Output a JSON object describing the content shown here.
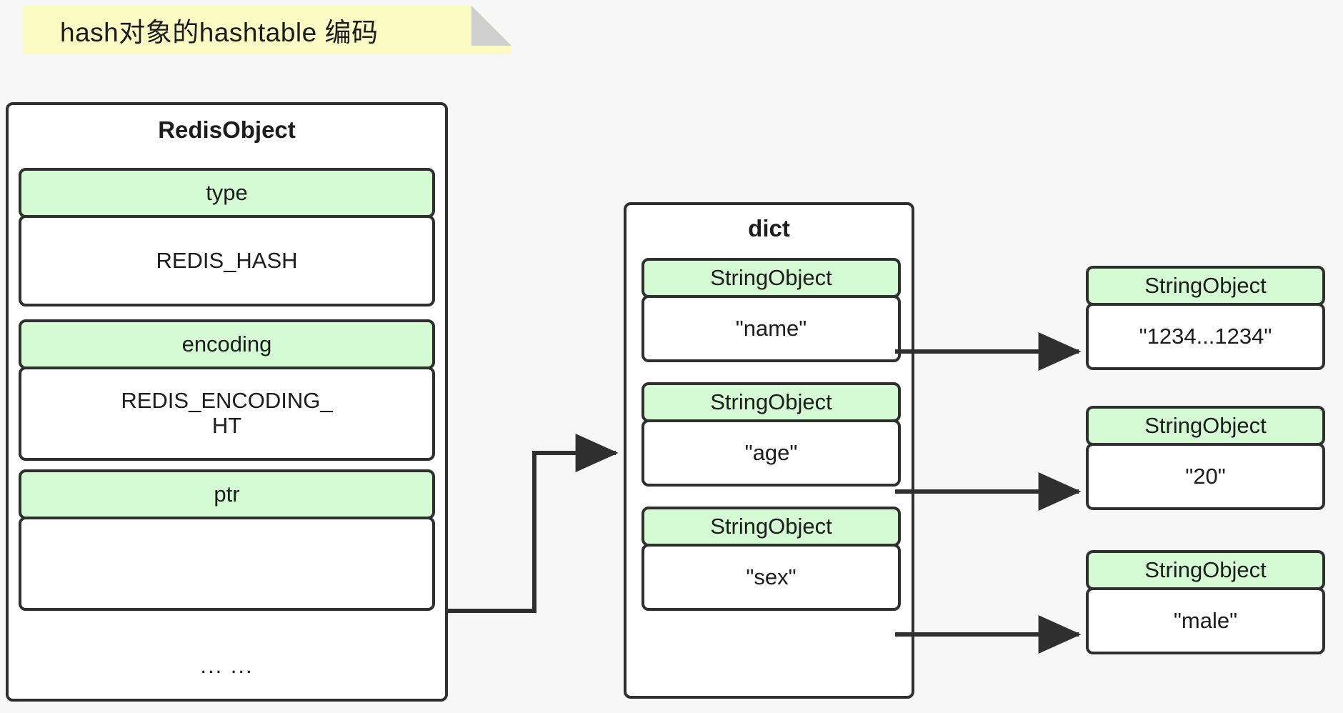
{
  "note": {
    "title": "hash对象的hashtable 编码"
  },
  "colors": {
    "accent_green": "#d4fbd4",
    "note_yellow": "#fcfbc4",
    "note_fold": "#cfcfcf",
    "stroke": "#2f2f2f",
    "background": "#f7f7f7"
  },
  "redis_object": {
    "title": "RedisObject",
    "fields": [
      {
        "name": "type",
        "value": "REDIS_HASH"
      },
      {
        "name": "encoding",
        "value": "REDIS_ENCODING_\nHT"
      },
      {
        "name": "ptr",
        "value": ""
      }
    ],
    "footer": "... ..."
  },
  "dict": {
    "title": "dict",
    "entries": [
      {
        "key_type": "StringObject",
        "key": "\"name\""
      },
      {
        "key_type": "StringObject",
        "key": "\"age\""
      },
      {
        "key_type": "StringObject",
        "key": "\"sex\""
      }
    ]
  },
  "values": [
    {
      "type": "StringObject",
      "value": "\"1234...1234\""
    },
    {
      "type": "StringObject",
      "value": "\"20\""
    },
    {
      "type": "StringObject",
      "value": "\"male\""
    }
  ]
}
